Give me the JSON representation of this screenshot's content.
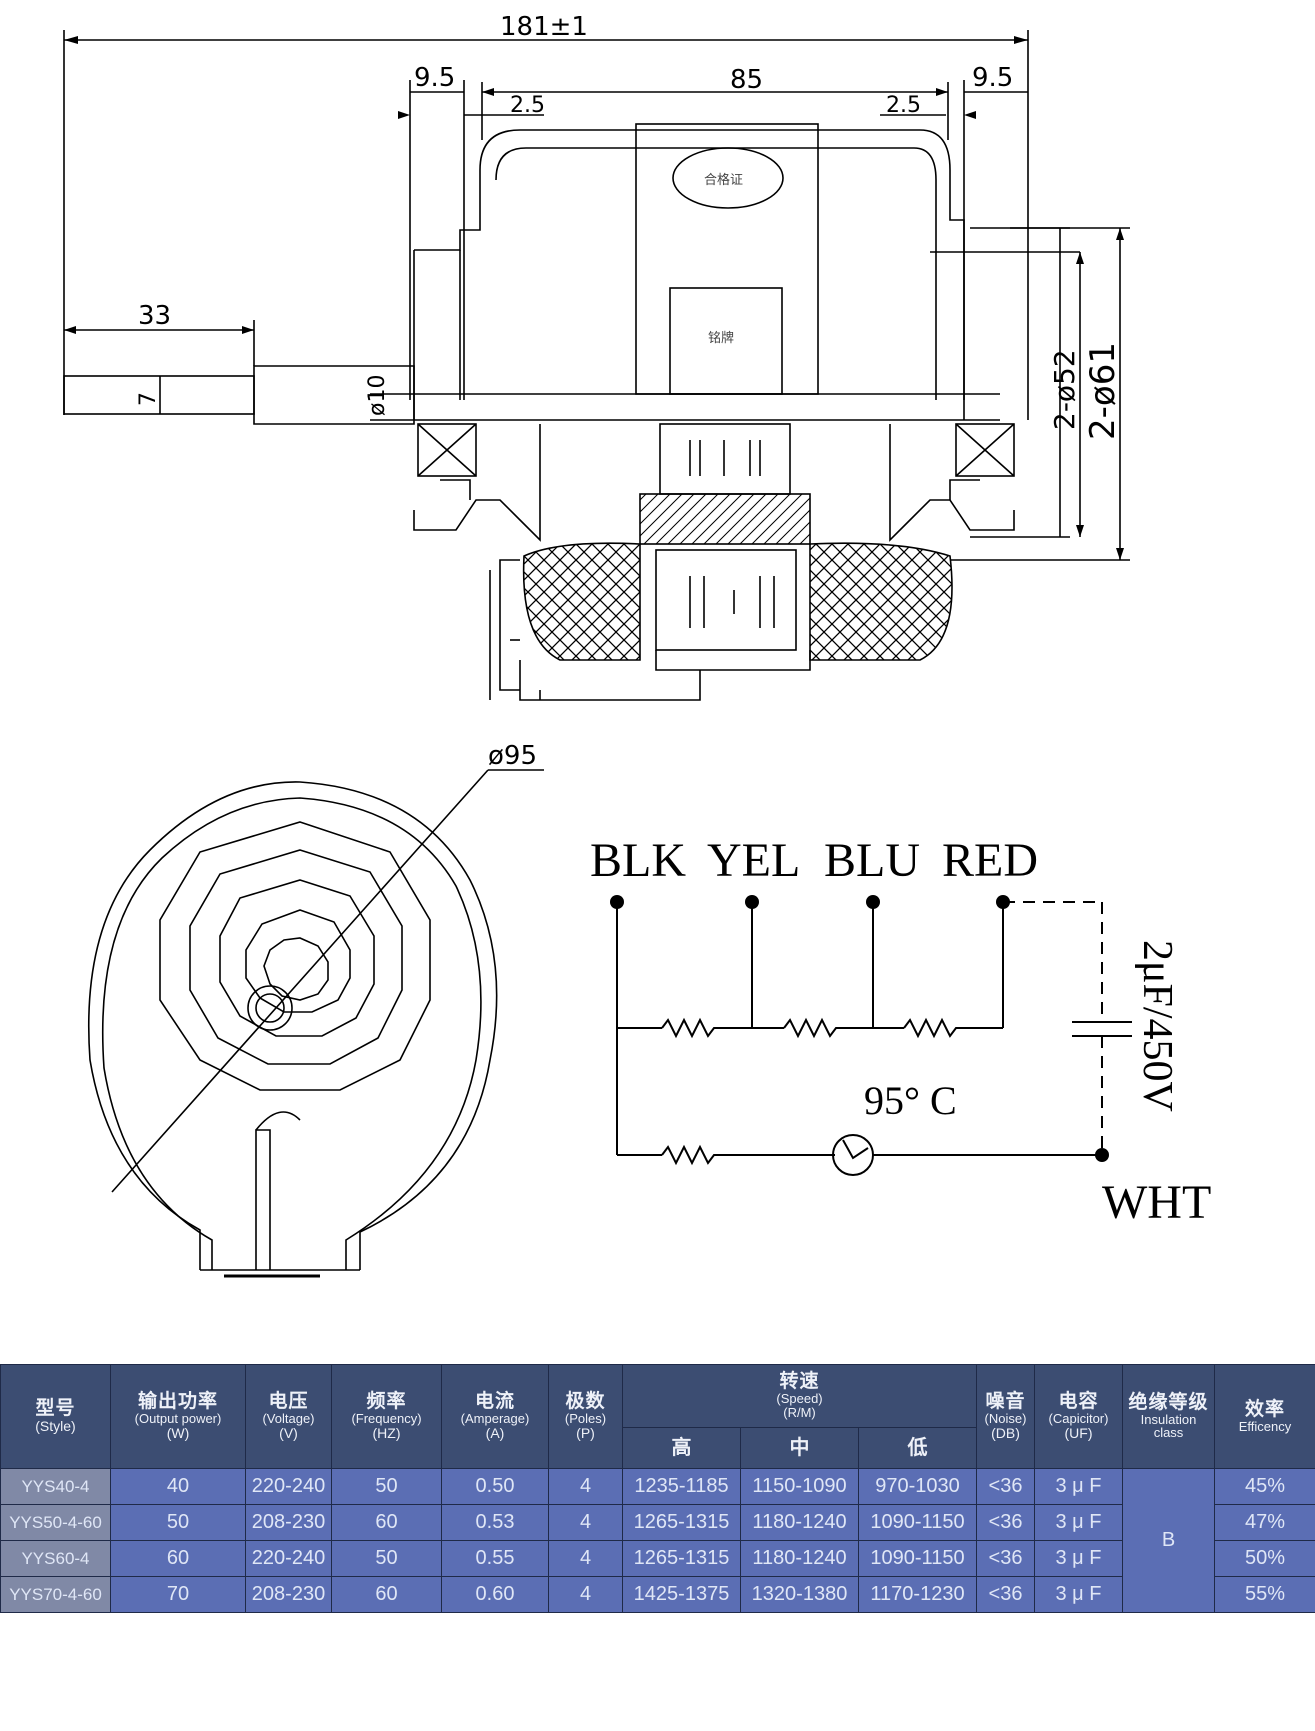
{
  "drawing": {
    "dimensions": {
      "overall_length": "181±1",
      "flange_left": "9.5",
      "flange_right": "9.5",
      "inset_left": "2.5",
      "inset_right": "2.5",
      "body_length": "85",
      "shaft_length": "33",
      "shaft_flat": "7",
      "shaft_diameter": "ø10",
      "bearing_diameter": "2-ø52",
      "housing_diameter": "2-ø61",
      "outer_diameter": "ø95"
    },
    "nameplate": {
      "oval_text": "合格证",
      "rect_text": "铭牌"
    }
  },
  "wiring": {
    "labels": [
      "BLK",
      "YEL",
      "BLU",
      "RED"
    ],
    "common_label": "WHT",
    "capacitor": "2μF/450V",
    "thermal": "95° C"
  },
  "table": {
    "headers": {
      "model": {
        "cn": "型号",
        "en": "(Style)"
      },
      "power": {
        "cn": "输出功率",
        "en": "(Output power)",
        "unit": "(W)"
      },
      "voltage": {
        "cn": "电压",
        "en": "(Voltage)",
        "unit": "(V)"
      },
      "frequency": {
        "cn": "频率",
        "en": "(Frequency)",
        "unit": "(HZ)"
      },
      "current": {
        "cn": "电流",
        "en": "(Amperage)",
        "unit": "(A)"
      },
      "poles": {
        "cn": "极数",
        "en": "(Poles)",
        "unit": "(P)"
      },
      "speed": {
        "cn": "转速",
        "en": "(Speed)",
        "unit": "(R/M)"
      },
      "speed_high": "高",
      "speed_mid": "中",
      "speed_low": "低",
      "noise": {
        "cn": "噪音",
        "en": "(Noise)",
        "unit": "(DB)"
      },
      "capacitor": {
        "cn": "电容",
        "en": "(Capicitor)",
        "unit": "(UF)"
      },
      "insulation": {
        "cn": "绝缘等级",
        "en": "Insulation",
        "unit": "class"
      },
      "efficiency": {
        "cn": "效率",
        "en": "Efficency"
      }
    },
    "insulation_class": "B",
    "rows": [
      {
        "model": "YYS40-4",
        "power": "40",
        "voltage": "220-240",
        "frequency": "50",
        "current": "0.50",
        "poles": "4",
        "high": "1235-1185",
        "mid": "1150-1090",
        "low": "970-1030",
        "noise": "<36",
        "cap": "3 μ F",
        "eff": "45%"
      },
      {
        "model": "YYS50-4-60",
        "power": "50",
        "voltage": "208-230",
        "frequency": "60",
        "current": "0.53",
        "poles": "4",
        "high": "1265-1315",
        "mid": "1180-1240",
        "low": "1090-1150",
        "noise": "<36",
        "cap": "3 μ F",
        "eff": "47%"
      },
      {
        "model": "YYS60-4",
        "power": "60",
        "voltage": "220-240",
        "frequency": "50",
        "current": "0.55",
        "poles": "4",
        "high": "1265-1315",
        "mid": "1180-1240",
        "low": "1090-1150",
        "noise": "<36",
        "cap": "3 μ F",
        "eff": "50%"
      },
      {
        "model": "YYS70-4-60",
        "power": "70",
        "voltage": "208-230",
        "frequency": "60",
        "current": "0.60",
        "poles": "4",
        "high": "1425-1375",
        "mid": "1320-1380",
        "low": "1170-1230",
        "noise": "<36",
        "cap": "3 μ F",
        "eff": "55%"
      }
    ]
  }
}
